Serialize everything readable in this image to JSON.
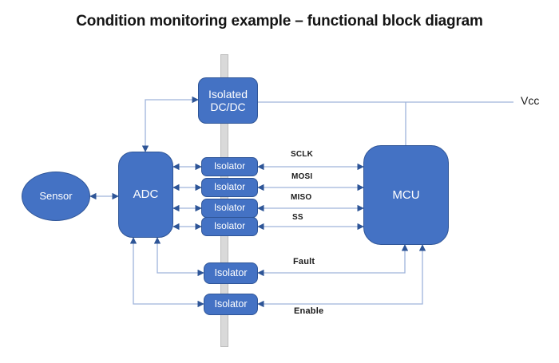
{
  "title": "Condition monitoring example – functional block diagram",
  "blocks": {
    "sensor": "Sensor",
    "adc": "ADC",
    "dcdc_line1": "Isolated",
    "dcdc_line2": "DC/DC",
    "mcu": "MCU"
  },
  "isolators": [
    "Isolator",
    "Isolator",
    "Isolator",
    "Isolator",
    "Isolator",
    "Isolator"
  ],
  "signals": {
    "sclk": "SCLK",
    "mosi": "MOSI",
    "miso": "MISO",
    "ss": "SS",
    "fault": "Fault",
    "enable": "Enable",
    "vcc": "Vcc"
  },
  "colors": {
    "block_fill": "#4472C4",
    "block_border": "#2F5597",
    "wire": "#9FB4DB",
    "arrowhead": "#2E5597",
    "barrier_fill": "#D9D9D9",
    "barrier_border": "#BDBDBD",
    "background": "#FFFFFF",
    "text_on_block": "#FFFFFF",
    "label_text": "#1A1A1A"
  }
}
